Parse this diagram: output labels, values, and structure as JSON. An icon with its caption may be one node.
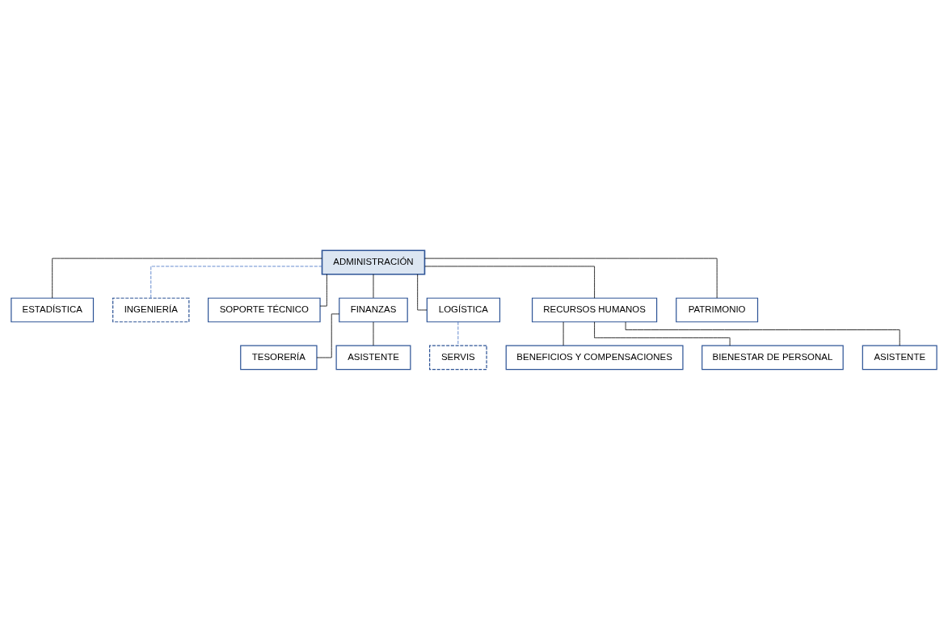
{
  "diagram": {
    "nodes": [
      {
        "text": [
          "ADMINISTRACIÓN"
        ]
      },
      {
        "text": [
          "ESTADÍSTICA"
        ]
      },
      {
        "text": [
          "INGENIERÍA"
        ]
      },
      {
        "text": [
          "SOPORTE TÉCNICO"
        ]
      },
      {
        "text": [
          "FINANZAS"
        ]
      },
      {
        "text": [
          "LOGÍSTICA"
        ]
      },
      {
        "text": [
          "RECURSOS HUMANOS"
        ]
      },
      {
        "text": [
          "PATRIMONIO"
        ]
      },
      {
        "text": [
          "TESORERÍA"
        ]
      },
      {
        "text": [
          "ASISTENTE"
        ]
      },
      {
        "text": [
          "BENEFICIOS Y COMPENSACIONES"
        ]
      },
      {
        "text": [
          "BIENESTAR DE PERSONAL"
        ]
      },
      {
        "text": [
          "ASISTENTE"
        ]
      },
      {
        "text": [
          "SERVIS"
        ]
      }
    ],
    "edges": [
      {
        "from": 0,
        "to": 1,
        "arrow": "none"
      },
      {
        "from": 0,
        "to": 2,
        "arrow": "none",
        "style": "dashed",
        "color": "#4472c4"
      },
      {
        "from": 0,
        "to": 3,
        "arrow": "none"
      },
      {
        "from": 0,
        "to": 4,
        "arrow": "none"
      },
      {
        "from": 0,
        "to": 5,
        "arrow": "none"
      },
      {
        "from": 0,
        "to": 6,
        "arrow": "none"
      },
      {
        "from": 0,
        "to": 7,
        "arrow": "none"
      },
      {
        "from": 4,
        "to": 8,
        "arrow": "none"
      },
      {
        "from": 4,
        "to": 9,
        "arrow": "none"
      },
      {
        "from": 5,
        "to": 13,
        "arrow": "none",
        "style": "dashed",
        "color": "#4472c4"
      },
      {
        "from": 6,
        "to": 10,
        "arrow": "none"
      },
      {
        "from": 6,
        "to": 11,
        "arrow": "none"
      },
      {
        "from": 6,
        "to": 12,
        "arrow": "none"
      }
    ]
  }
}
